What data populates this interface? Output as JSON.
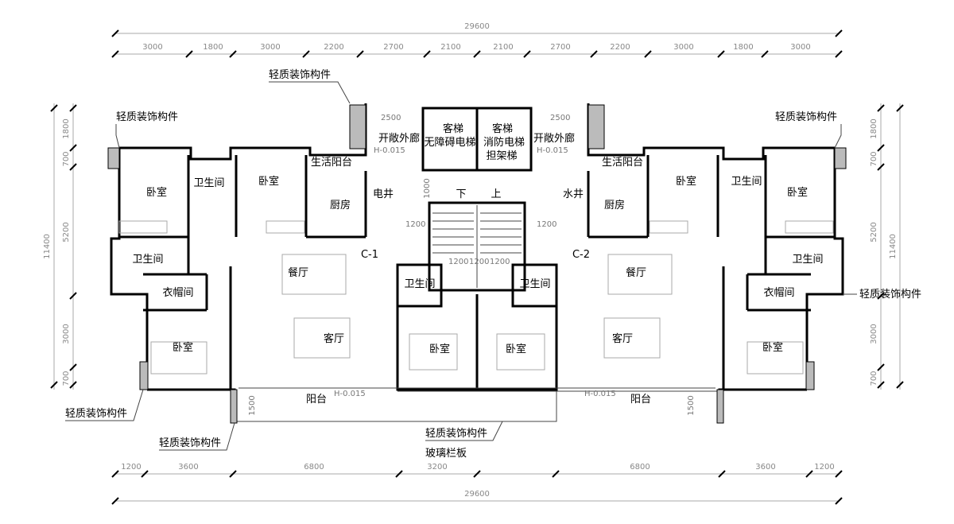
{
  "dimensions": {
    "top_total": "29600",
    "top_segments": [
      "3000",
      "1800",
      "3000",
      "2200",
      "2700",
      "2100",
      "2100",
      "2700",
      "2200",
      "3000",
      "1800",
      "3000"
    ],
    "bottom_total": "29600",
    "bottom_segments": [
      "1200",
      "3600",
      "6800",
      "3200",
      "6800",
      "3600",
      "1200"
    ],
    "left_total": "11400",
    "left_segments": [
      "1800",
      "700",
      "5200",
      "3000",
      "700"
    ],
    "right_total": "11400",
    "right_segments": [
      "1800",
      "700",
      "5200",
      "3000",
      "700"
    ],
    "misc": {
      "w2500l": "2500",
      "w2500r": "2500",
      "w1200l": "1200",
      "w1200r": "1200",
      "w1200a": "1200",
      "w1200b": "1200",
      "w1200c": "1200",
      "w1500l": "1500",
      "w1500r": "1500",
      "w1000": "1000",
      "elev_l": "H-0.015",
      "elev_r": "H-0.015",
      "elev_c1": "H-0.015",
      "elev_c2": "H-0.015"
    }
  },
  "units": {
    "left": "C-1",
    "right": "C-2"
  },
  "rooms": {
    "bedroom": "卧室",
    "bathroom": "卫生间",
    "kitchen": "厨房",
    "dining": "餐厅",
    "living": "客厅",
    "cloakroom": "衣帽间",
    "balcony": "阳台",
    "service_balcony": "生活阳台",
    "elec_shaft": "电井",
    "water_shaft": "水井"
  },
  "core": {
    "open_corridor": "开敞外廊",
    "passenger_lift": "客梯",
    "accessible_lift": "无障碍电梯",
    "fire_lift": "消防电梯",
    "stretcher_lift": "担架梯",
    "stair_down": "下",
    "stair_up": "上"
  },
  "annotations": {
    "light_decor": "轻质装饰构件",
    "glass_rail": "玻璃栏板"
  }
}
